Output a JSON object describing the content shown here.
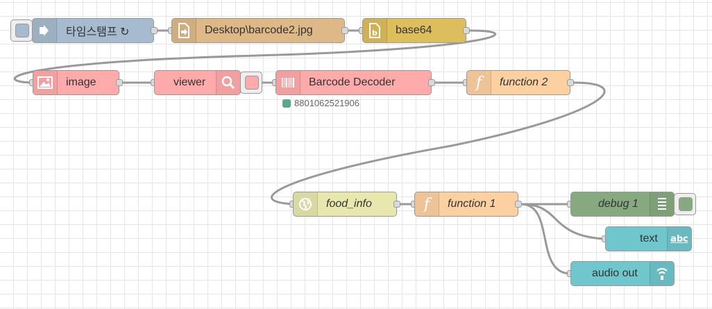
{
  "nodes": {
    "timestamp": {
      "label": "타임스탬프 ↻",
      "color": "#a6bbcf",
      "icon": "inject-arrow-icon"
    },
    "file": {
      "label": "Desktop\\barcode2.jpg",
      "color": "#deb887",
      "icon": "file-in-icon"
    },
    "base64": {
      "label": "base64",
      "color": "#debd5c",
      "icon": "base64-icon"
    },
    "image": {
      "label": "image",
      "color": "#ffaaaa",
      "icon": "image-icon"
    },
    "viewer": {
      "label": "viewer",
      "color": "#ffaaaa",
      "icon": "magnifier-icon"
    },
    "barcode": {
      "label": "Barcode Decoder",
      "color": "#ffaaaa",
      "icon": "barcode-icon",
      "status": "8801062521906",
      "status_color": "#5ba886"
    },
    "function2": {
      "label": "function 2",
      "color": "#fdd0a2",
      "icon": "function-icon",
      "glyph": "f"
    },
    "food_info": {
      "label": "food_info",
      "color": "#e7e7ae",
      "icon": "globe-icon"
    },
    "function1": {
      "label": "function 1",
      "color": "#fdd0a2",
      "icon": "function-icon",
      "glyph": "f"
    },
    "debug1": {
      "label": "debug 1",
      "color": "#87a980",
      "icon": "debug-list-icon"
    },
    "text": {
      "label": "text",
      "color": "#6fc6cc",
      "icon": "abc-icon",
      "icon_text": "abc"
    },
    "audio": {
      "label": "audio out",
      "color": "#6fc6cc",
      "icon": "audio-wifi-icon"
    }
  }
}
